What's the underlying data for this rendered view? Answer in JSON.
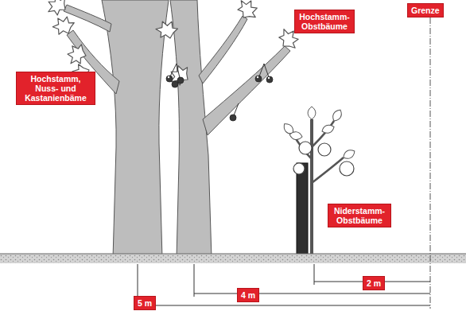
{
  "diagram": {
    "nodes": [
      {
        "text": [
          "Hochstamm- Obstbäume"
        ]
      },
      {
        "text": [
          "Grenze"
        ]
      },
      {
        "text": [
          "Hochstamm, Nuss- und Kastanienbäme"
        ]
      },
      {
        "text": [
          "Niderstamm- Obstbäume"
        ]
      },
      {
        "text": [
          "2 m"
        ]
      },
      {
        "text": [
          "4 m"
        ]
      },
      {
        "text": [
          "5 m"
        ]
      }
    ]
  }
}
